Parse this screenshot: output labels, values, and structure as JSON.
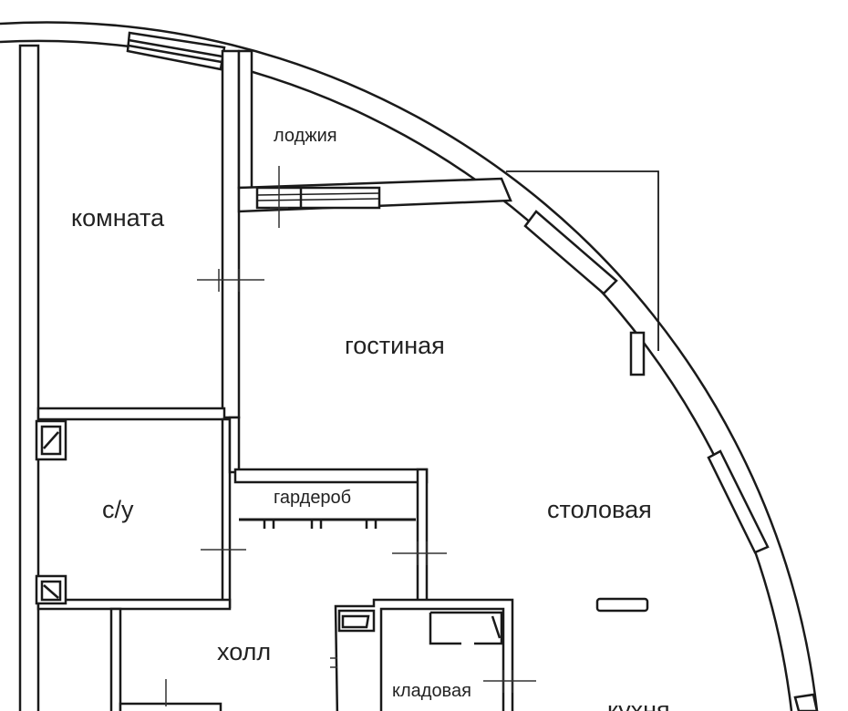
{
  "rooms": {
    "loggia": "лоджия",
    "room": "комната",
    "living": "гостиная",
    "wardrobe": "гардероб",
    "bathroom": "с/у",
    "dining": "столовая",
    "hall": "холл",
    "storage": "кладовая",
    "kitchen": "кухня"
  },
  "colors": {
    "wall": "#1a1a1a",
    "fill": "#ffffff"
  }
}
